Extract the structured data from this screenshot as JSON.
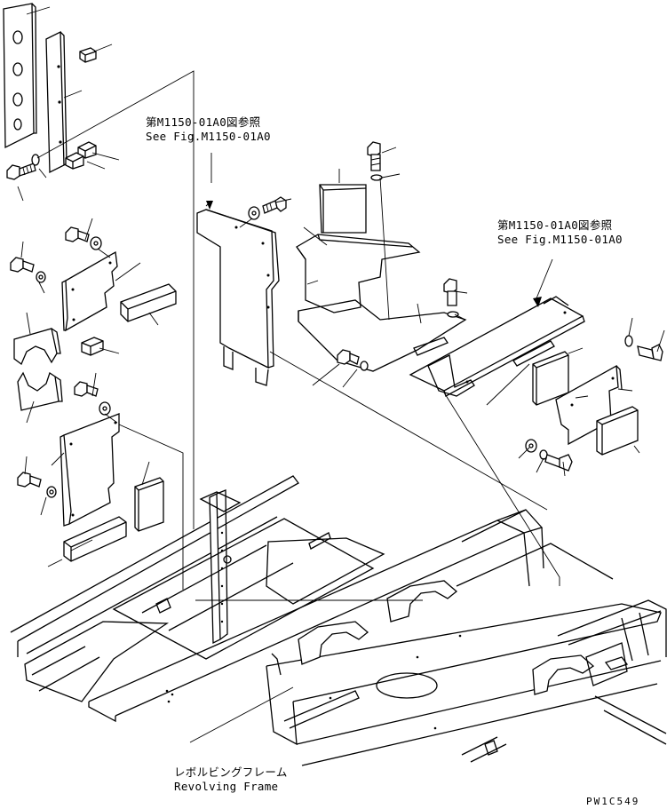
{
  "labels": {
    "ref_upper_ja": "第M1150-01A0図参照",
    "ref_upper_en": "See Fig.M1150-01A0",
    "ref_right_ja": "第M1150-01A0図参照",
    "ref_right_en": "See Fig.M1150-01A0",
    "frame_ja": "レボルビングフレーム",
    "frame_en": "Revolving Frame"
  },
  "drawing_code": "PW1C549"
}
